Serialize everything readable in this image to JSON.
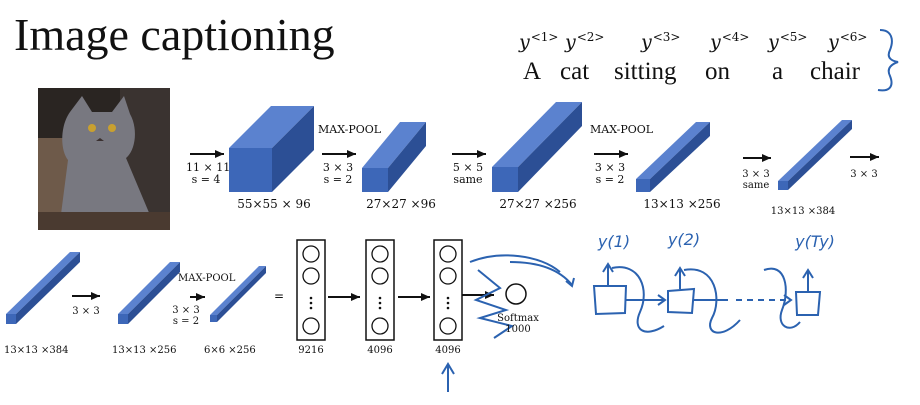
{
  "title": "Image captioning",
  "caption": {
    "y_labels": [
      {
        "base": "y",
        "sup": "<1>"
      },
      {
        "base": "y",
        "sup": "<2>"
      },
      {
        "base": "y",
        "sup": "<3>"
      },
      {
        "base": "y",
        "sup": "<4>"
      },
      {
        "base": "y",
        "sup": "<5>"
      },
      {
        "base": "y",
        "sup": "<6>"
      }
    ],
    "words": [
      "A",
      "cat",
      "sitting",
      "on",
      "a",
      "chair"
    ]
  },
  "row1": {
    "op1": [
      "11 × 11",
      "s = 4"
    ],
    "vol1": "55×55 × 96",
    "maxpool1": "MAX-POOL",
    "op2": [
      "3 × 3",
      "s = 2"
    ],
    "vol2": "27×27 ×96",
    "op3": [
      "5 × 5",
      "same"
    ],
    "vol3": "27×27 ×256",
    "maxpool2": "MAX-POOL",
    "op4": [
      "3 × 3",
      "s = 2"
    ],
    "vol4": "13×13 ×256",
    "op5": [
      "3 × 3",
      "same"
    ],
    "vol5": "13×13 ×384",
    "op6": "3 × 3"
  },
  "row2": {
    "vol6": "13×13 ×384",
    "op7": "3 × 3",
    "vol7": "13×13 ×256",
    "maxpool3": "MAX-POOL",
    "op8": [
      "3 × 3",
      "s = 2"
    ],
    "vol8": "6×6 ×256",
    "equals": "=",
    "fc1": "9216",
    "fc2": "4096",
    "fc3": "4096",
    "softmax": [
      "Softmax",
      "1000"
    ]
  },
  "handwriting": {
    "ink_color": "#2b62b0",
    "rnn_outputs": [
      "y(1)",
      "y(2)",
      "y(Ty)"
    ]
  },
  "colors": {
    "volume_front": "#3d67b8",
    "volume_top": "#5b82cf",
    "volume_side": "#2c4f95"
  }
}
